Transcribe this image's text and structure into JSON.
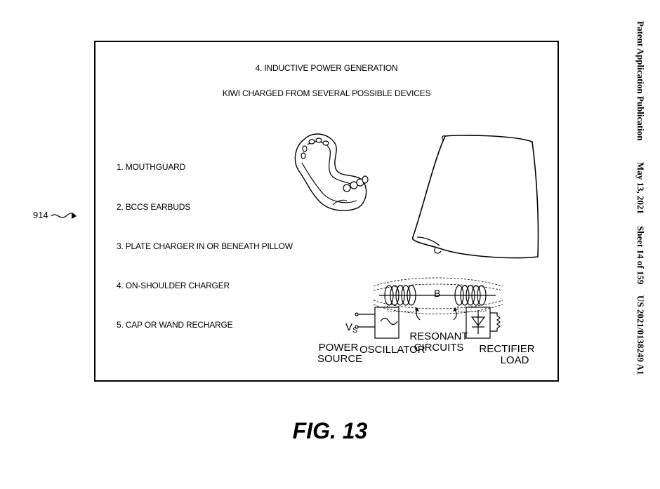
{
  "figure_label": "FIG. 13",
  "reference_numeral": "914",
  "header_side": {
    "publication": "Patent Application Publication",
    "date": "May 13, 2021",
    "sheet": "Sheet 14 of 159",
    "number": "US 2021/0138249 A1"
  },
  "panel": {
    "title": "4. INDUCTIVE POWER GENERATION",
    "subtitle": "KIWI CHARGED FROM SEVERAL POSSIBLE DEVICES",
    "items": [
      "1. MOUTHGUARD",
      "2. BCCS EARBUDS",
      "3. PLATE CHARGER IN OR BENEATH PILLOW",
      "4. ON-SHOULDER CHARGER",
      "5. CAP OR WAND RECHARGE"
    ]
  },
  "circuit": {
    "field_label": "B",
    "vs_label": "Vs",
    "vs_sub": "S",
    "power_source_1": "POWER",
    "power_source_2": "SOURCE",
    "oscillator": "OSCILLATOR",
    "resonant_1": "RESONANT",
    "resonant_2": "CIRCUITS",
    "rectifier": "RECTIFIER",
    "load": "LOAD"
  }
}
